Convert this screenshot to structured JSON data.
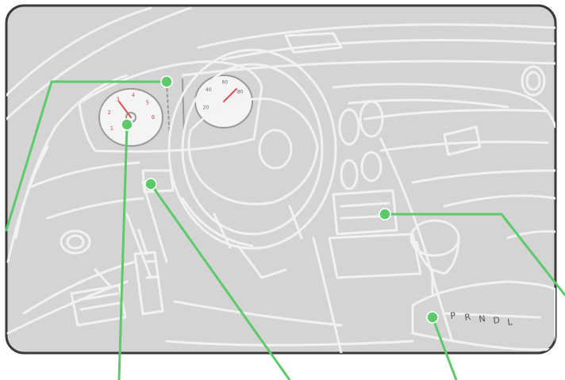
{
  "figure": {
    "style": "line-drawing",
    "subject": "car interior dashboard",
    "colors": {
      "panel_fill": "#d4d4d4",
      "panel_border": "#3a3a3a",
      "line": "#f2f2f2",
      "line_dark": "#9a9a9a",
      "gauge_face": "#f4f4f4",
      "leader": "#5cc96a"
    }
  },
  "gauges": {
    "left_digits": [
      "1",
      "2",
      "3",
      "4",
      "5",
      "6"
    ],
    "right_digits": [
      "20",
      "40",
      "60",
      "80"
    ]
  },
  "gear_selector": {
    "letters": [
      "P",
      "R",
      "N",
      "D",
      "L"
    ]
  },
  "callouts": [
    {
      "id": "warning-lights"
    },
    {
      "id": "instrument-cluster"
    },
    {
      "id": "light-switch"
    },
    {
      "id": "control-display"
    },
    {
      "id": "gear-selector"
    }
  ]
}
